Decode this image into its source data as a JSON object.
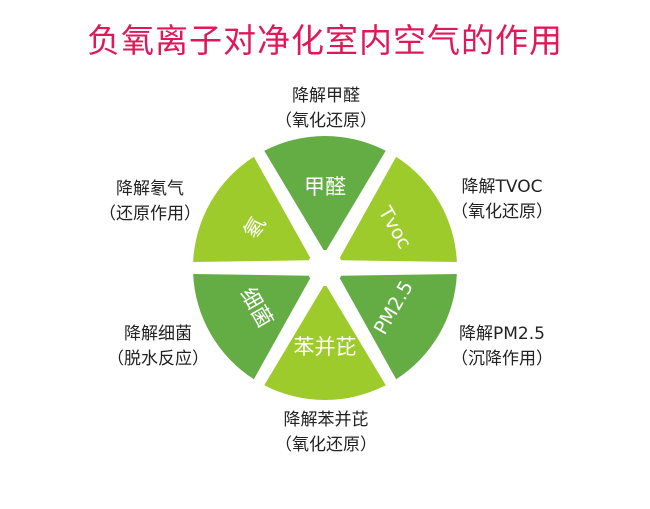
{
  "title": "负氧离子对净化室内空气的作用",
  "colors": {
    "title": "#e0185a",
    "dark_green": "#64ad44",
    "light_green": "#9ecb2c",
    "center": "#ffffff"
  },
  "segments": [
    {
      "name": "甲醛",
      "icon": "formaldehyde",
      "shade": "dark"
    },
    {
      "name": "Tvoc",
      "icon": "tvoc",
      "shade": "light"
    },
    {
      "name": "PM2.5",
      "icon": "pm25",
      "shade": "dark"
    },
    {
      "name": "苯并芘",
      "icon": "benzopyrene",
      "shade": "light"
    },
    {
      "name": "细菌",
      "icon": "bacteria",
      "shade": "dark"
    },
    {
      "name": "氡",
      "icon": "radon",
      "shade": "light"
    }
  ],
  "labels": {
    "formaldehyde": {
      "line1": "降解甲醛",
      "line2": "（氧化还原）"
    },
    "tvoc": {
      "line1": "降解TVOC",
      "line2": "（氧化还原）"
    },
    "pm25": {
      "line1": "降解PM2.5",
      "line2": "（沉降作用）"
    },
    "benzopyrene": {
      "line1": "降解苯并芘",
      "line2": "（氧化还原）"
    },
    "bacteria": {
      "line1": "降解细菌",
      "line2": "（脱水反应）"
    },
    "radon": {
      "line1": "降解氡气",
      "line2": "（还原作用）"
    }
  }
}
